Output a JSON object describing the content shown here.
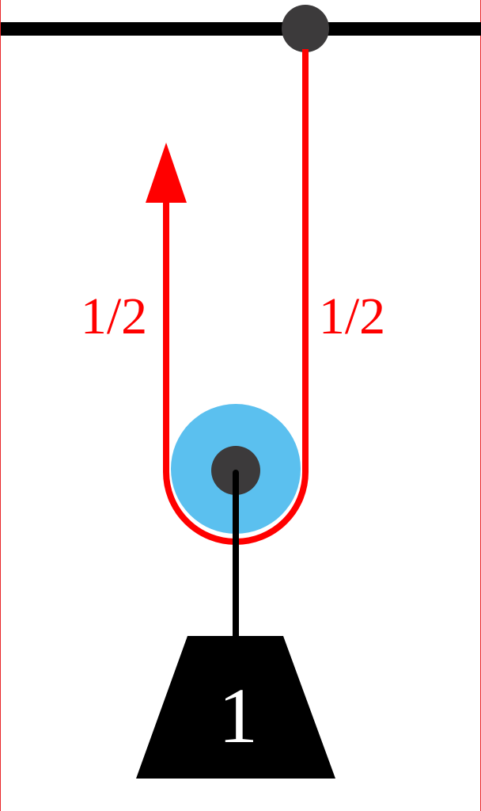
{
  "diagram": {
    "force_left_label": "1/2",
    "force_right_label": "1/2",
    "weight_label": "1",
    "colors": {
      "rope": "#ff0000",
      "label": "#ff0000",
      "beam": "#000000",
      "pulley_wheel": "#5bc0ef",
      "axle": "#3c3a3b",
      "weight": "#000000",
      "weight_text": "#ffffff",
      "border": "#e8292b"
    },
    "icons": [
      "fixed-anchor-icon",
      "pulley-wheel-icon",
      "up-arrow-icon",
      "weight-icon"
    ]
  }
}
